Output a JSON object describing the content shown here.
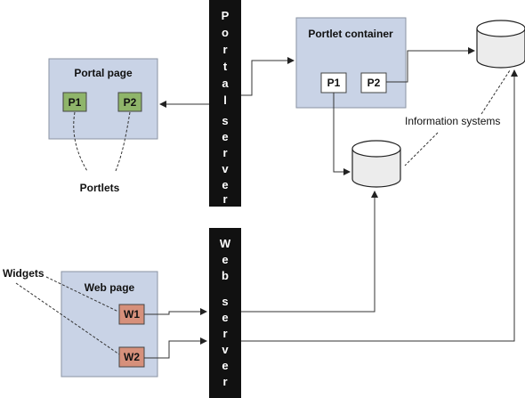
{
  "portal_server": {
    "letters": [
      "P",
      "o",
      "r",
      "t",
      "a",
      "l",
      "s",
      "e",
      "r",
      "v",
      "e",
      "r"
    ]
  },
  "web_server": {
    "letters": [
      "W",
      "e",
      "b",
      "s",
      "e",
      "r",
      "v",
      "e",
      "r"
    ]
  },
  "portal_page": {
    "title": "Portal page",
    "p1": "P1",
    "p2": "P2"
  },
  "portlet_container": {
    "title": "Portlet container",
    "p1": "P1",
    "p2": "P2"
  },
  "web_page": {
    "title": "Web page",
    "w1": "W1",
    "w2": "W2"
  },
  "labels": {
    "portlets": "Portlets",
    "widgets": "Widgets",
    "information_systems": "Information systems"
  },
  "colors": {
    "page_box_fill": "#c9d3e6",
    "portlet_green": "#8fb56a",
    "widget_red": "#d6907b",
    "server_black": "#111111",
    "line": "#333333"
  }
}
